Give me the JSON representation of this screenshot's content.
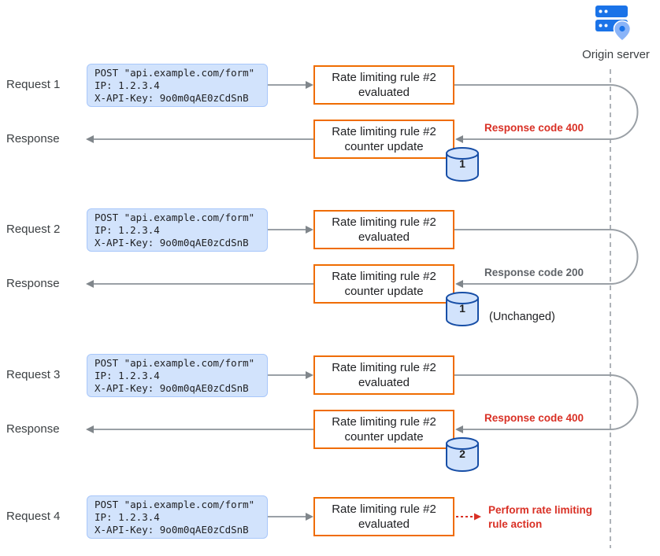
{
  "colors": {
    "server_blue": "#1a73e8",
    "payload_box_fill": "#d2e3fc",
    "rule_box_border": "#ef6c00",
    "arrow_gray": "#80868b",
    "status_red": "#d93025",
    "status_gray": "#5f6368",
    "db_outline_blue": "#174ea6"
  },
  "origin_server": {
    "label": "Origin server",
    "icon": "server-with-location-pin-icon"
  },
  "request_payload": {
    "line1": "POST \"api.example.com/form\"",
    "line2": "IP: 1.2.3.4",
    "line3": "X-API-Key: 9o0m0qAE0zCdSnB"
  },
  "boxes": {
    "evaluated": "Rate limiting rule #2 evaluated",
    "counter": "Rate limiting rule #2 counter update"
  },
  "rows": [
    {
      "request_label": "Request 1",
      "response_label": "Response",
      "response_code": "Response code 400",
      "response_code_color": "#d93025",
      "counter_value": "1",
      "counter_note": ""
    },
    {
      "request_label": "Request 2",
      "response_label": "Response",
      "response_code": "Response code 200",
      "response_code_color": "#5f6368",
      "counter_value": "1",
      "counter_note": "(Unchanged)"
    },
    {
      "request_label": "Request 3",
      "response_label": "Response",
      "response_code": "Response code 400",
      "response_code_color": "#d93025",
      "counter_value": "2",
      "counter_note": ""
    },
    {
      "request_label": "Request 4",
      "action_text": "Perform rate limiting rule action",
      "action_color": "#d93025"
    }
  ]
}
